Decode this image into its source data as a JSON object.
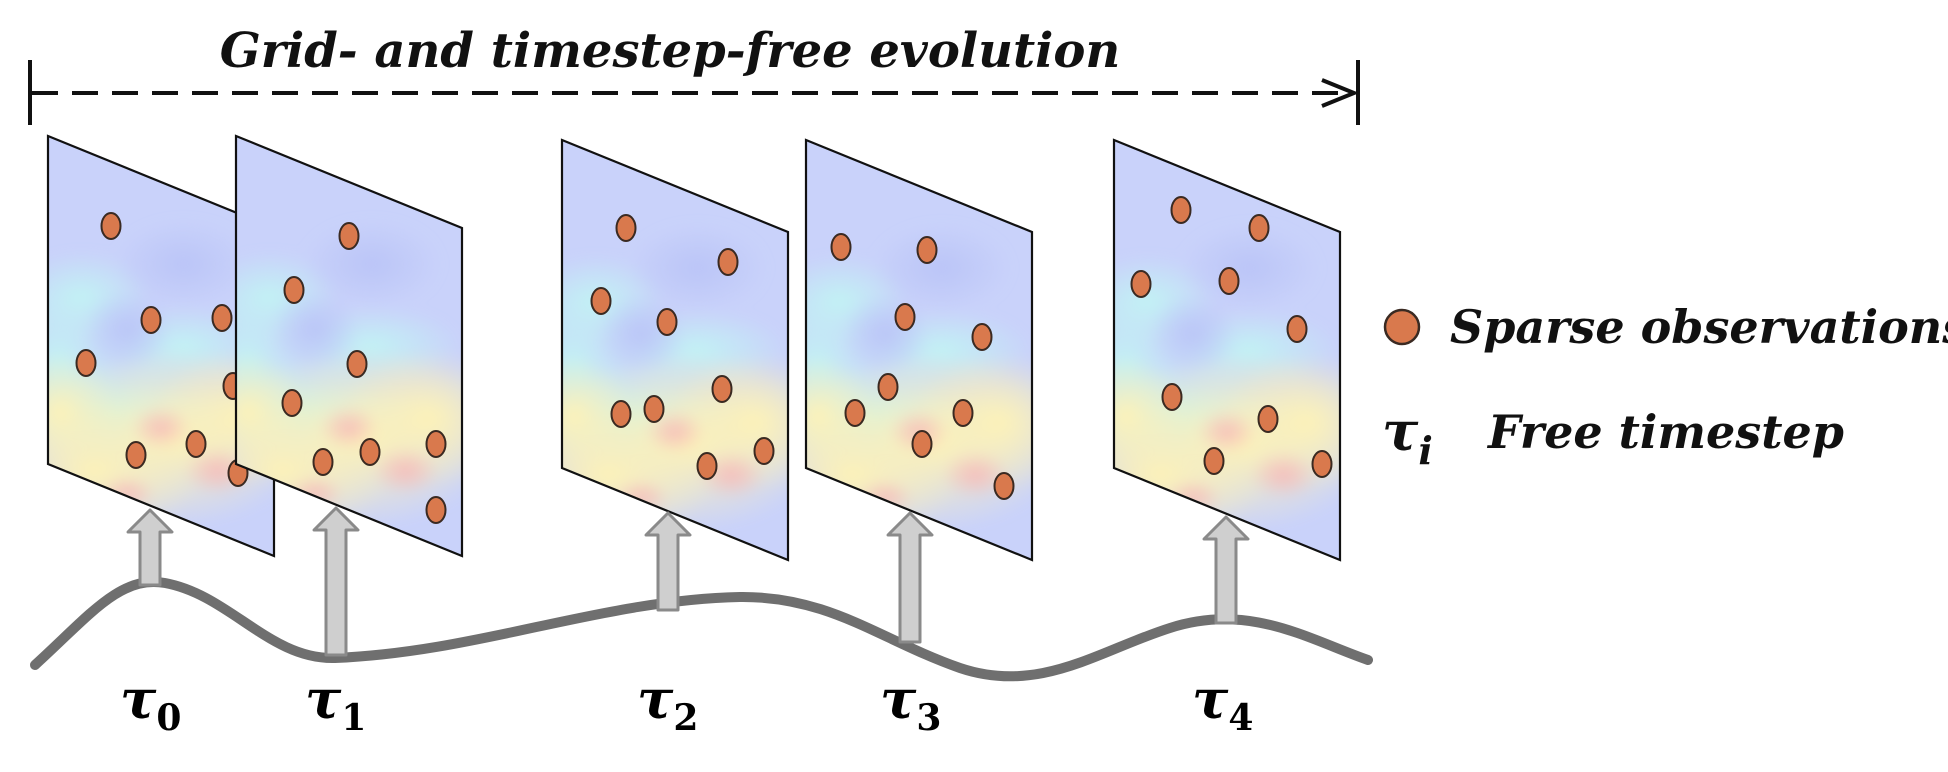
{
  "title": "Grid- and timestep-free evolution",
  "legend": {
    "observation_label": "Sparse observations",
    "timestep_symbol": "τ",
    "timestep_subscript": "i",
    "timestep_label": "Free timestep"
  },
  "timesteps": [
    {
      "symbol": "τ",
      "subscript": "0"
    },
    {
      "symbol": "τ",
      "subscript": "1"
    },
    {
      "symbol": "τ",
      "subscript": "2"
    },
    {
      "symbol": "τ",
      "subscript": "3"
    },
    {
      "symbol": "τ",
      "subscript": "4"
    }
  ],
  "colors": {
    "observation_fill": "#d9794d",
    "observation_stroke": "#3a2a22",
    "curve": "#707070",
    "arrow_fill": "#cfcfcf",
    "arrow_stroke": "#8a8a8a",
    "field_blue": "#c9d2fa",
    "field_cyan": "#c7f0f4",
    "field_yellow": "#fbf4c0",
    "field_red": "#f7c9c6"
  }
}
